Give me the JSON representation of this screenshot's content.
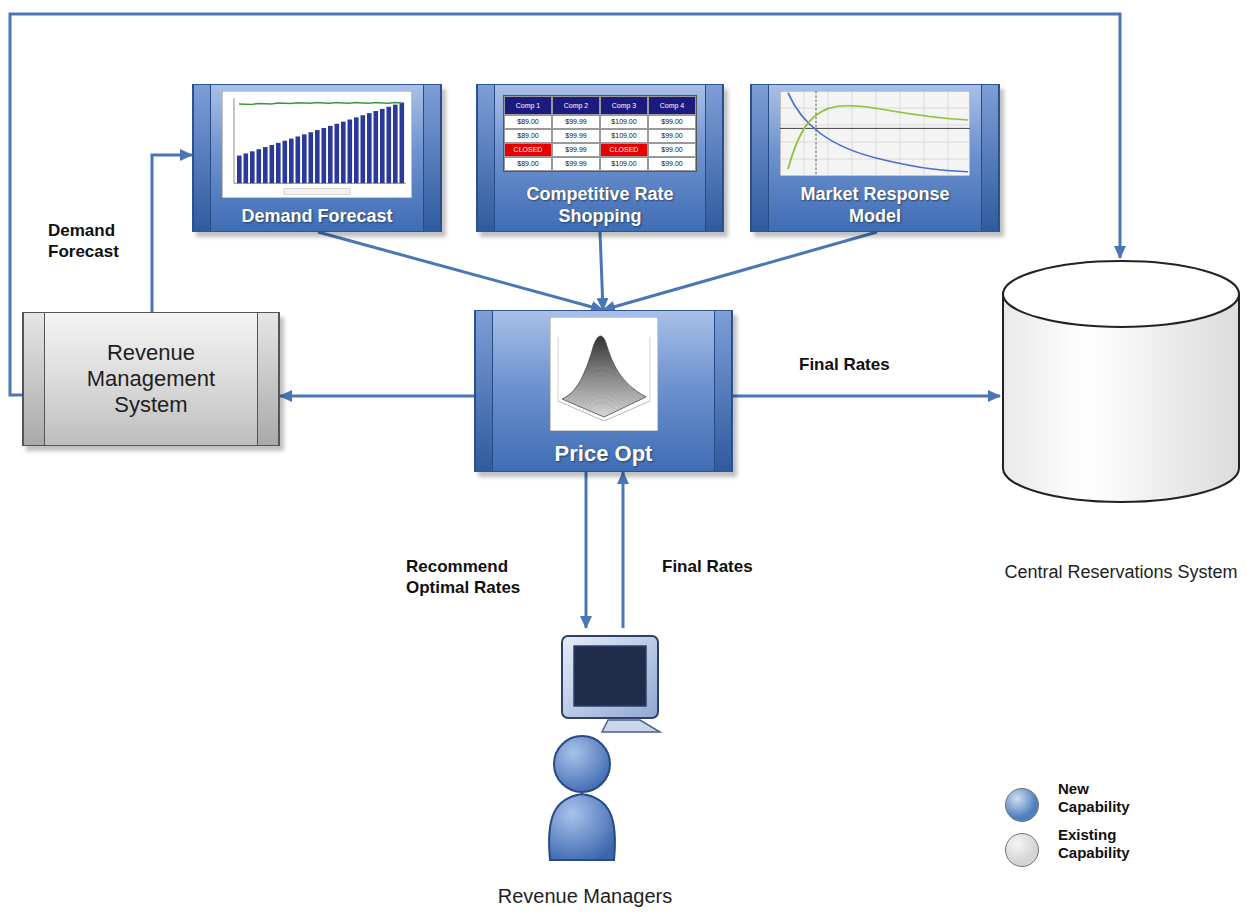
{
  "diagram": {
    "nodes": [
      {
        "text": [
          "Demand Forecast"
        ]
      },
      {
        "text": [
          "Competitive Rate Shopping"
        ]
      },
      {
        "text": [
          "Market Response Model"
        ]
      },
      {
        "text": [
          "Revenue Management System"
        ]
      },
      {
        "text": [
          "Price Opt"
        ]
      },
      {
        "text": [
          "Central Reservations System"
        ]
      },
      {
        "text": [
          "Revenue Managers"
        ]
      }
    ],
    "edges": [
      {
        "from": 3,
        "to": 0,
        "label": "Demand Forecast",
        "arrow": "to"
      },
      {
        "from": 3,
        "to": 5,
        "arrow": "to"
      },
      {
        "from": 0,
        "to": 4,
        "arrow": "to"
      },
      {
        "from": 1,
        "to": 4,
        "arrow": "to"
      },
      {
        "from": 2,
        "to": 4,
        "arrow": "to"
      },
      {
        "from": 4,
        "to": 3,
        "arrow": "to"
      },
      {
        "from": 4,
        "to": 5,
        "label": "Final Rates",
        "arrow": "to"
      },
      {
        "from": 4,
        "to": 6,
        "label": "Recommend Optimal Rates",
        "arrow": "to"
      },
      {
        "from": 6,
        "to": 4,
        "label": "Final Rates",
        "arrow": "to"
      }
    ],
    "labels": [
      "Comp 1",
      "Comp 2",
      "Comp 3",
      "Comp 4",
      "$89.00",
      "$99.99",
      "$109.00",
      "$99.00",
      "$89.00",
      "$99.99",
      "$109.00",
      "$99.00",
      "CLOSED",
      "$99.99",
      "CLOSED",
      "$99.00",
      "$89.00",
      "$99.99",
      "$109.00",
      "$99.00"
    ],
    "legend": [
      {
        "text": "New Capability",
        "color": "#4f7fc0"
      },
      {
        "text": "Existing Capability",
        "color": "#d4d4d4"
      }
    ]
  }
}
